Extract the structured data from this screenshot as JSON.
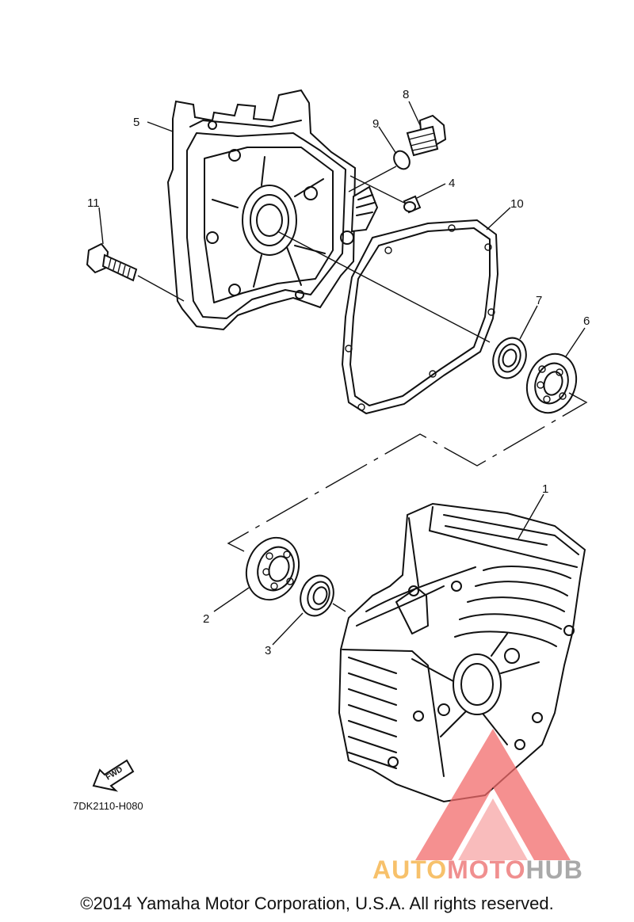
{
  "diagram": {
    "callouts": [
      "1",
      "2",
      "3",
      "4",
      "5",
      "6",
      "7",
      "8",
      "9",
      "10",
      "11"
    ],
    "fwd_label": "FWD",
    "part_code": "7DK2110-H080",
    "copyright": "©2014 Yamaha Motor Corporation, U.S.A. All rights reserved."
  },
  "watermark": {
    "part1": "AUTO",
    "part2": "MOTO",
    "part3": "HUB",
    "colors": {
      "auto": "#f7c16b",
      "moto": "#f08f8f",
      "hub": "#a9a9a9",
      "triangle": "#f26b6b"
    }
  }
}
